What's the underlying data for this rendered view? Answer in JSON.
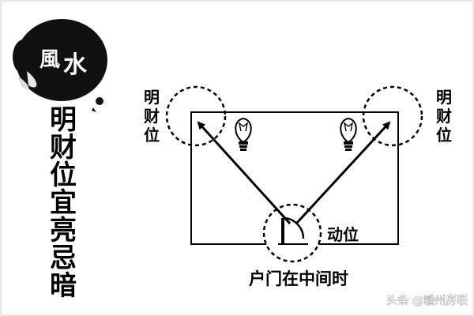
{
  "logo": {
    "text": "風水",
    "char1": "風",
    "char2": "水"
  },
  "vertical_title": {
    "text": "明财位宜亮忌暗",
    "chars": [
      "明",
      "财",
      "位",
      "宜",
      "亮",
      "忌",
      "暗"
    ]
  },
  "left_label": {
    "text": "明财位",
    "chars": [
      "明",
      "财",
      "位"
    ]
  },
  "right_label": {
    "text": "明财位",
    "chars": [
      "明",
      "财",
      "位"
    ]
  },
  "door_label": "动位",
  "caption": "户门在中间时",
  "watermark": "头条 @赣州房联",
  "icons": {
    "left_bulb": "lightbulb-icon",
    "right_bulb": "lightbulb-icon"
  }
}
